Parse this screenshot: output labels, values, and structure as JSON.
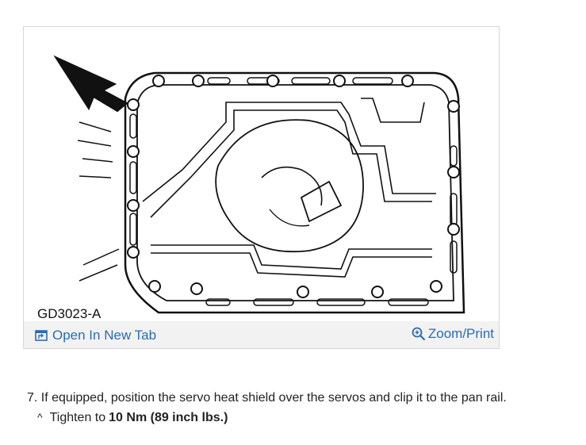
{
  "figure": {
    "code": "GD3023-A",
    "open_label": "Open In New Tab",
    "zoom_label": "Zoom/Print",
    "open_icon": "open-new-tab-icon",
    "zoom_icon": "magnifier-plus-icon",
    "link_color": "#2a6cb8"
  },
  "step": {
    "number": "7.",
    "text": "If equipped, position the servo heat shield over the servos and clip it to the pan rail."
  },
  "substep": {
    "bullet": "^",
    "prefix": "Tighten to",
    "torque": "10 Nm (89 inch lbs.)"
  }
}
